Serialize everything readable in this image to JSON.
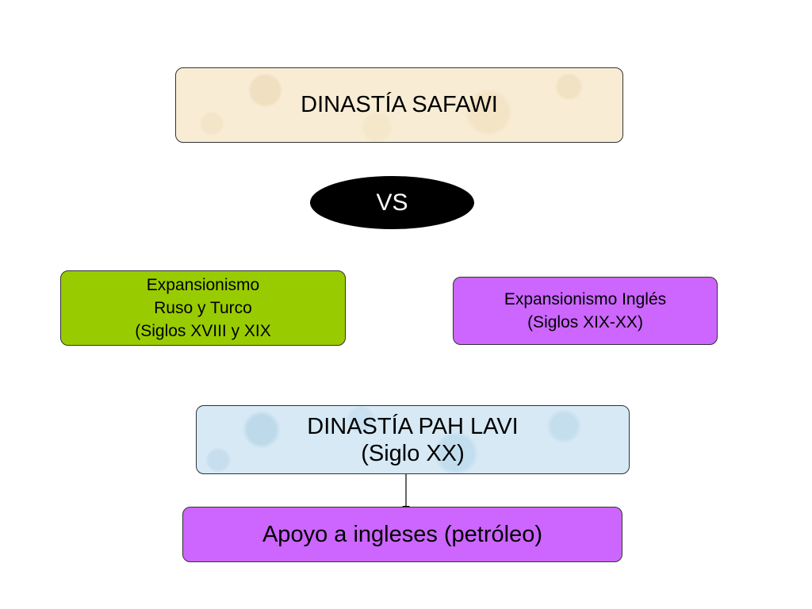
{
  "nodes": {
    "safawi": {
      "text": "DINASTÍA SAFAWI",
      "color": "#f8ecd4"
    },
    "vs": {
      "text": "VS",
      "color": "#000000"
    },
    "ruso": {
      "lines": [
        "Expansionismo",
        "Ruso y Turco",
        "(Siglos XVIII y XIX"
      ],
      "color": "#99cc00"
    },
    "ingles": {
      "lines": [
        "Expansionismo Inglés",
        "(Siglos XIX-XX)"
      ],
      "color": "#cc66ff"
    },
    "pahlavi": {
      "lines": [
        "DINASTÍA PAH LAVI",
        "(Siglo XX)"
      ],
      "color": "#d6e9f5"
    },
    "apoyo": {
      "text": "Apoyo a ingleses (petróleo)",
      "color": "#cc66ff"
    }
  },
  "edges": [
    {
      "from": "pahlavi",
      "to": "apoyo",
      "arrow": true
    }
  ]
}
